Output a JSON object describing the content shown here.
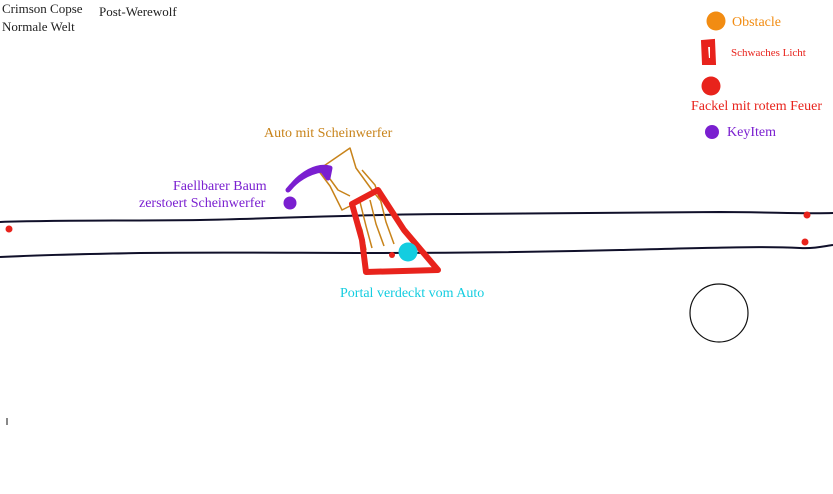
{
  "map": {
    "area_name": "Crimson Copse",
    "world_state": "Normale Welt",
    "phase": "Post-Werewolf"
  },
  "legend": {
    "obstacle": {
      "label": "Obstacle",
      "color": "#f28c12"
    },
    "weak_light": {
      "label": "Schwaches Licht",
      "color": "#e8231c"
    },
    "torch": {
      "label": "Fackel mit rotem Feuer",
      "color": "#e8231c"
    },
    "key_item": {
      "label": "KeyItem",
      "color": "#7a1fd0"
    }
  },
  "annotations": {
    "car": {
      "text": "Auto mit Scheinwerfer",
      "color": "#c8831a"
    },
    "tree_line1": "Faellbarer Baum",
    "tree_line2": "zerstoert Scheinwerfer",
    "tree_color": "#7a1fd0",
    "portal": {
      "text": "Portal verdeckt vom Auto",
      "color": "#14cde0"
    }
  }
}
